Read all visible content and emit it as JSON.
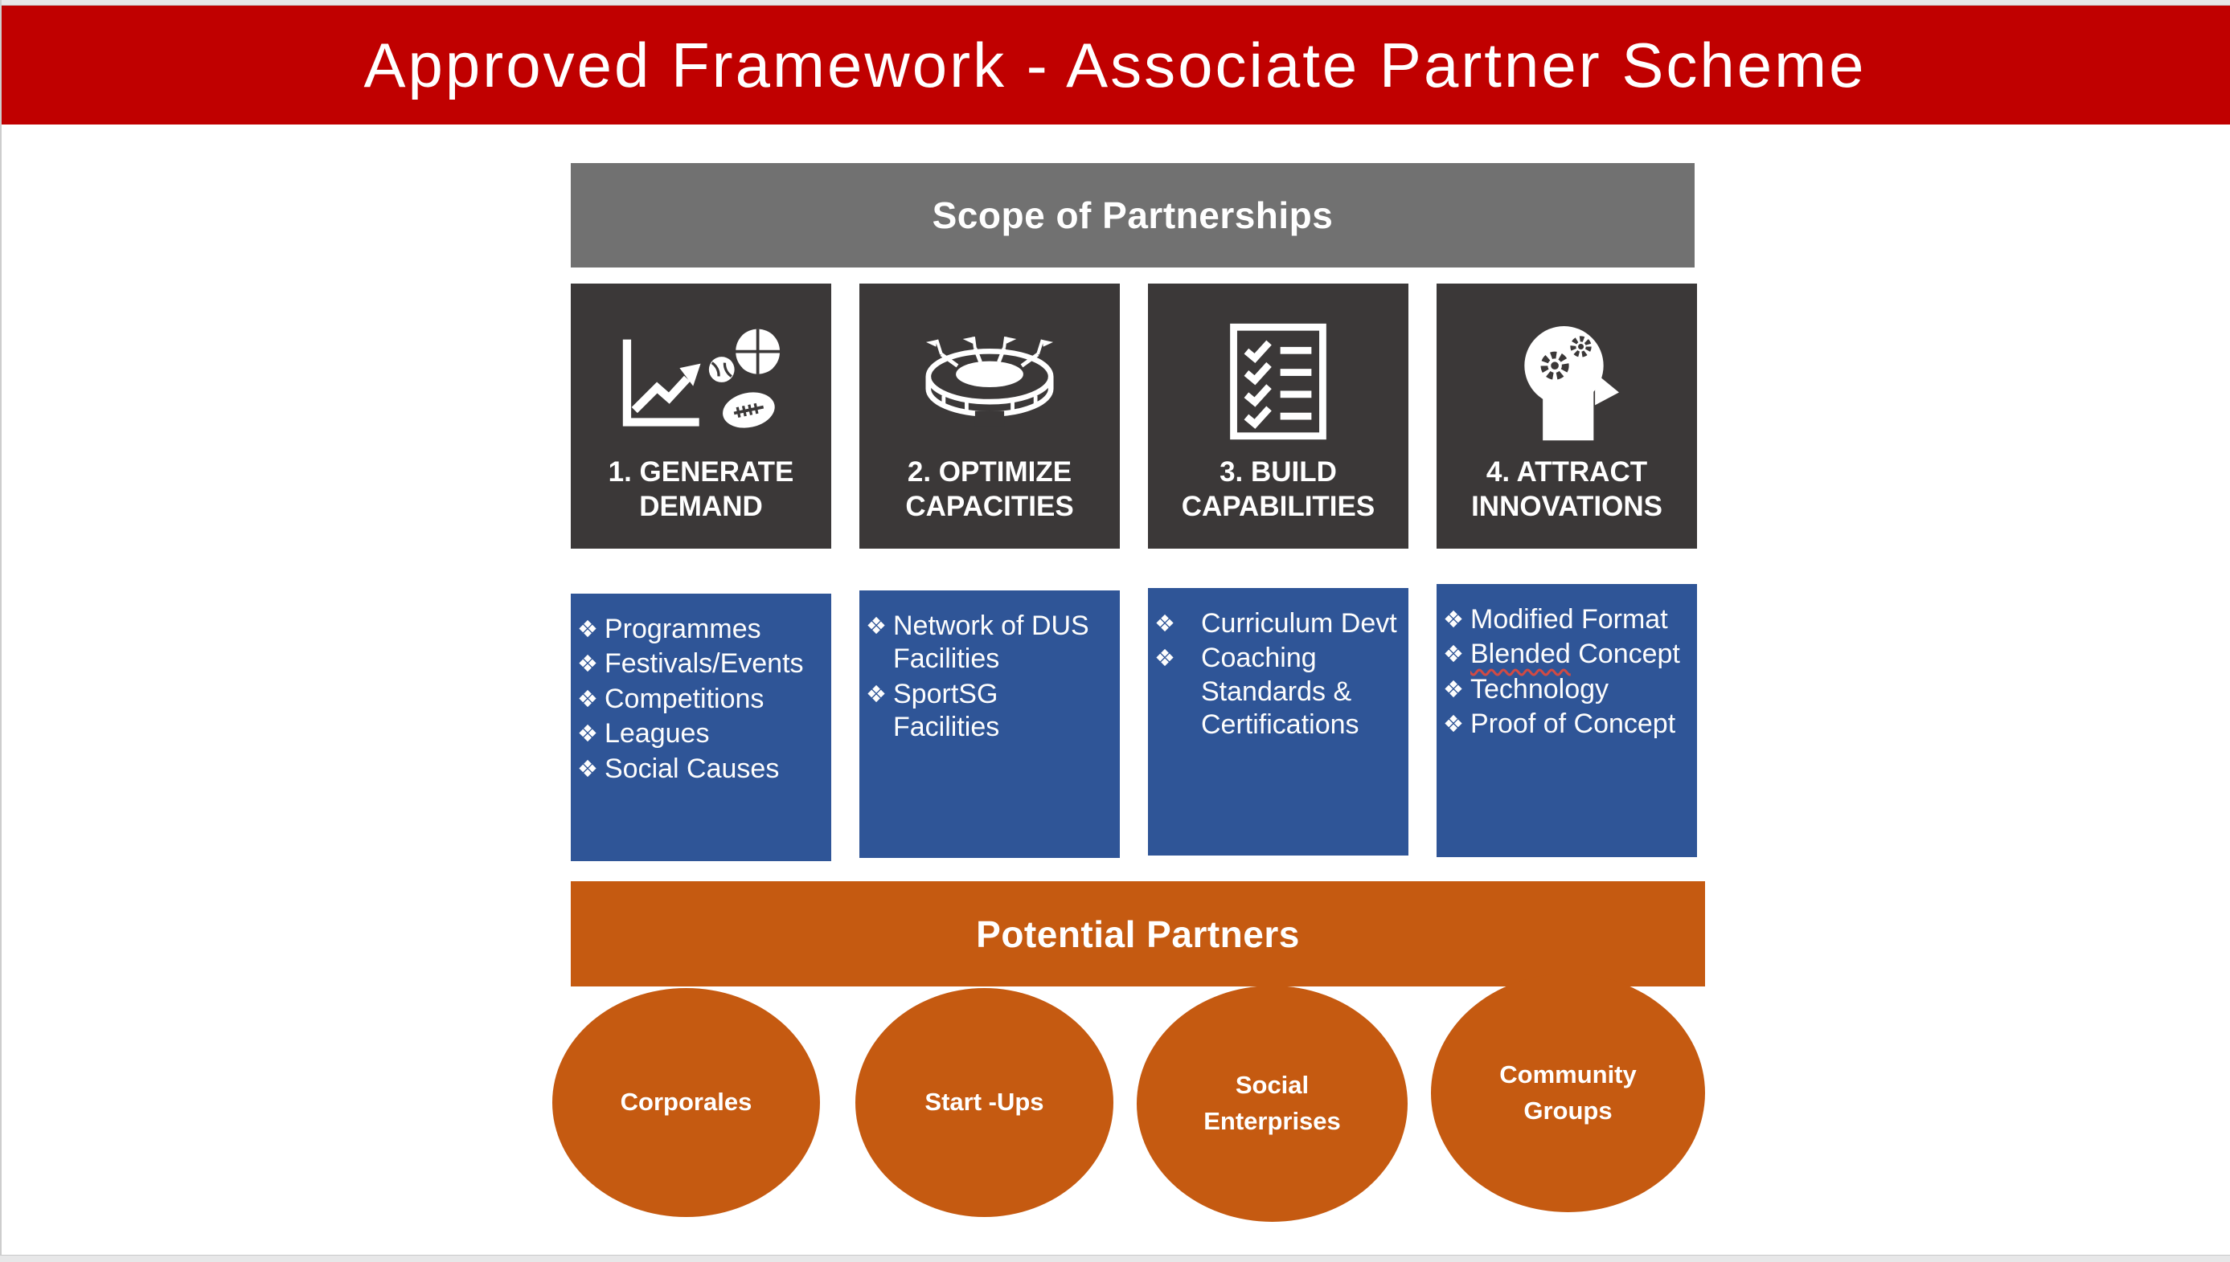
{
  "title": "Approved Framework - Associate Partner Scheme",
  "scope": {
    "header": "Scope of Partnerships"
  },
  "bullet_glyph": "❖",
  "pillars": [
    {
      "label": "1. GENERATE DEMAND",
      "icon": "growth-chart-and-sports-balls",
      "items": [
        "Programmes",
        "Festivals/Events",
        "Competitions",
        "Leagues",
        "Social Causes"
      ]
    },
    {
      "label": "2. OPTIMIZE CAPACITIES",
      "icon": "stadium",
      "items": [
        "Network of DUS Facilities",
        "SportSG Facilities"
      ]
    },
    {
      "label": "3. BUILD CAPABILITIES",
      "icon": "checklist",
      "items": [
        "Curriculum Devt",
        "Coaching Standards & Certifications"
      ]
    },
    {
      "label": "4. ATTRACT INNOVATIONS",
      "icon": "head-with-gears",
      "items": [
        "Modified Format",
        {
          "parts": [
            "Blended",
            " Concept"
          ],
          "note": "spellcheck-wavy-underline-on-first-word"
        },
        "Technology",
        "Proof of Concept"
      ]
    }
  ],
  "partners": {
    "header": "Potential Partners",
    "groups": [
      "Corporales",
      "Start -Ups",
      "Social Enterprises",
      "Community Groups"
    ]
  },
  "colors": {
    "title_banner": "#c00000",
    "scope_bar": "#717171",
    "pillar_box": "#3b3838",
    "detail_box": "#2f5597",
    "partners": "#c55a11",
    "text": "#ffffff",
    "spellcheck_underline": "#d24a43",
    "window_strip": "#e7e7e8"
  }
}
